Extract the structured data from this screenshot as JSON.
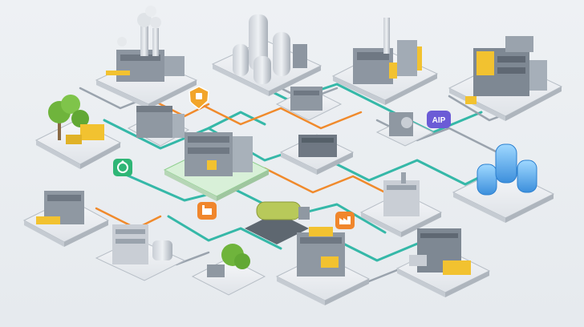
{
  "scene": {
    "description_free": true,
    "accent_colors": {
      "teal_pipe": "#35b8a8",
      "orange_pipe": "#f08a2c",
      "gray_pipe": "#9aa3ad",
      "warning_yellow": "#f2c230",
      "cooling_blue": "#49a8e8",
      "tree_green": "#6fb43c",
      "badge_purple": "#6b5bd6"
    },
    "icons": [
      {
        "name": "shield-icon",
        "color": "#f2a52a"
      },
      {
        "name": "recycle-icon",
        "color": "#2fb676"
      },
      {
        "name": "factory-icon-orange",
        "color": "#f0862c"
      },
      {
        "name": "factory-icon-orange-2",
        "color": "#f0862c"
      }
    ],
    "ai_badge_label": "AIP"
  }
}
